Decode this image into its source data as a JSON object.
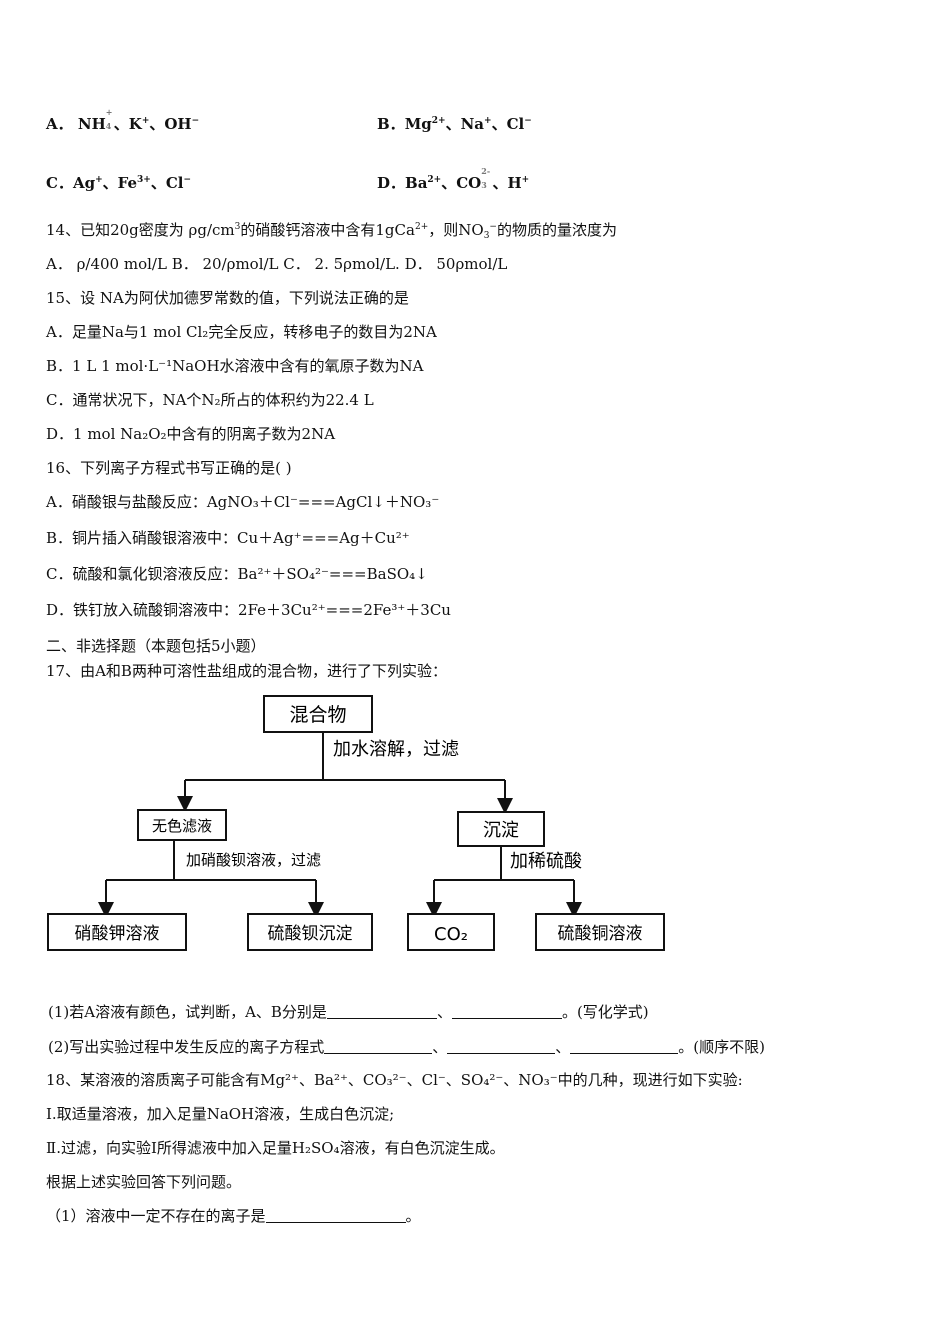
{
  "q13_options": {
    "A": {
      "label": "A．",
      "ions": [
        "NH",
        "、K",
        "、OH"
      ],
      "sup": [
        "",
        "+",
        "−"
      ],
      "nh4_over": "+",
      "nh4_under": "4"
    },
    "B": {
      "label": "B．",
      "text1": "Mg",
      "s1": "2+",
      "text2": "、Na",
      "s2": "+",
      "text3": "、Cl",
      "s3": "−"
    },
    "C": {
      "label": "C．",
      "text1": "Ag",
      "s1": "+",
      "text2": "、Fe",
      "s2": "3+",
      "text3": "、Cl",
      "s3": "−"
    },
    "D": {
      "label": "D．",
      "text1": "Ba",
      "s1": "2+",
      "text2": "、CO",
      "co3_over": "2-",
      "co3_under": "3",
      "text3": " 、H",
      "s3": "+"
    }
  },
  "q14": {
    "stem_a": "14、已知20g密度为 ρg/cm",
    "stem_b": "3",
    "stem_c": "的硝酸钙溶液中含有1gCa",
    "stem_d": "2+",
    "stem_e": "，则NO",
    "stem_f": "3",
    "stem_g": "−",
    "stem_h": "的物质的量浓度为",
    "options": "A． ρ/400 mol/L   B． 20/ρmol/L   C． 2. 5ρmol/L.    D． 50ρmol/L"
  },
  "q15": {
    "stem": "15、设 NA为阿伏加德罗常数的值，下列说法正确的是",
    "A": "A．足量Na与1 mol Cl₂完全反应，转移电子的数目为2NA",
    "B": "B．1 L 1 mol·L⁻¹NaOH水溶液中含有的氧原子数为NA",
    "C": "C．通常状况下，NA个N₂所占的体积约为22.4 L",
    "D": "D．1 mol Na₂O₂中含有的阴离子数为2NA"
  },
  "q16": {
    "stem": "16、下列离子方程式书写正确的是(   )",
    "A": "A．硝酸银与盐酸反应：AgNO₃＋Cl⁻===AgCl↓＋NO₃⁻",
    "B": "B．铜片插入硝酸银溶液中：Cu＋Ag⁺===Ag＋Cu²⁺",
    "C": "C．硫酸和氯化钡溶液反应：Ba²⁺＋SO₄²⁻===BaSO₄↓",
    "D": "D．铁钉放入硫酸铜溶液中：2Fe＋3Cu²⁺===2Fe³⁺＋3Cu"
  },
  "section2": "二、非选择题（本题包括5小题）",
  "q17": {
    "stem": "17、由A和B两种可溶性盐组成的混合物，进行了下列实验：",
    "flow": {
      "root": "混合物",
      "step1": "加水溶解，过滤",
      "left": "无色滤液",
      "left_step": "加硝酸钡溶液，过滤",
      "left_a": "硝酸钾溶液",
      "left_b": "硫酸钡沉淀",
      "right": "沉淀",
      "right_step": "加稀硫酸",
      "right_a": "CO₂",
      "right_b": "硫酸铜溶液"
    },
    "p1_a": "(1)若A溶液有颜色，试判断，A、B分别是",
    "p1_sep": "、",
    "p1_end": "。(写化学式)",
    "p2_a": "(2)写出实验过程中发生反应的离子方程式",
    "p2_sep1": "、",
    "p2_sep2": "、",
    "p2_end": "。(顺序不限)"
  },
  "q18": {
    "stem": "18、某溶液的溶质离子可能含有Mg²⁺、Ba²⁺、CO₃²⁻、Cl⁻、SO₄²⁻、NO₃⁻中的几种，现进行如下实验:",
    "s1": "Ⅰ.取适量溶液，加入足量NaOH溶液，生成白色沉淀;",
    "s2": "Ⅱ.过滤，向实验Ⅰ所得滤液中加入足量H₂SO₄溶液，有白色沉淀生成。",
    "s3": "根据上述实验回答下列问题。",
    "p1_a": "（1）溶液中一定不存在的离子是",
    "p1_end": "。"
  }
}
